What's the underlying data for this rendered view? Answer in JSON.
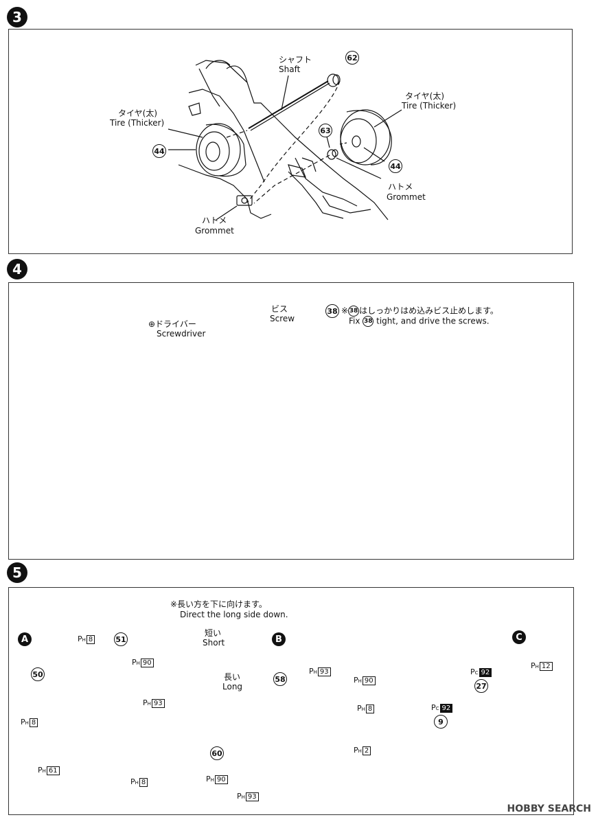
{
  "step3": {
    "badge": "3",
    "shaft_jp": "シャフト",
    "shaft_en": "Shaft",
    "part62": "62",
    "tire_left_jp": "タイヤ(太)",
    "tire_left_en": "Tire (Thicker)",
    "part44_left": "44",
    "tire_right_jp": "タイヤ(太)",
    "tire_right_en": "Tire (Thicker)",
    "part63": "63",
    "part44_right": "44",
    "grommet_right_jp": "ハトメ",
    "grommet_right_en": "Grommet",
    "grommet_bottom_jp": "ハトメ",
    "grommet_bottom_en": "Grommet"
  },
  "step4": {
    "badge": "4",
    "screwdriver_jp": "⊕ドライバー",
    "screwdriver_en": "Screwdriver",
    "screw_jp": "ビス",
    "screw_en": "Screw",
    "part38": "38",
    "note_prefix_jp": "※",
    "note_jp_part": "38",
    "note_jp": "はしっかりはめ込みビス止めします。",
    "note_en_prefix": "Fix",
    "note_en_part": "38",
    "note_en": "tight, and drive the screws."
  },
  "step5": {
    "badge": "5",
    "note_jp": "※長い方を下に向けます。",
    "note_en": "Direct the long side down.",
    "short_jp": "短い",
    "short_en": "Short",
    "long_jp": "長い",
    "long_en": "Long",
    "sub_a": "A",
    "sub_b": "B",
    "sub_c": "C",
    "a_parts": {
      "p50": "50",
      "p51": "51",
      "ph8_top": "8",
      "ph90": "90",
      "ph93": "93",
      "ph8_left": "8",
      "ph61": "61",
      "ph8_bottom": "8"
    },
    "b_parts": {
      "p58": "58",
      "p60": "60",
      "ph93_top": "93",
      "ph90_top": "90",
      "ph8": "8",
      "ph2": "2",
      "ph90_bottom": "90",
      "ph93_bottom": "93"
    },
    "c_parts": {
      "p27": "27",
      "p9": "9",
      "pc92_top": "92",
      "pc92_mid": "92",
      "ph12": "12"
    },
    "prefix_p": "P",
    "sub_h": "H"
  },
  "watermark": "HOBBY SEARCH"
}
